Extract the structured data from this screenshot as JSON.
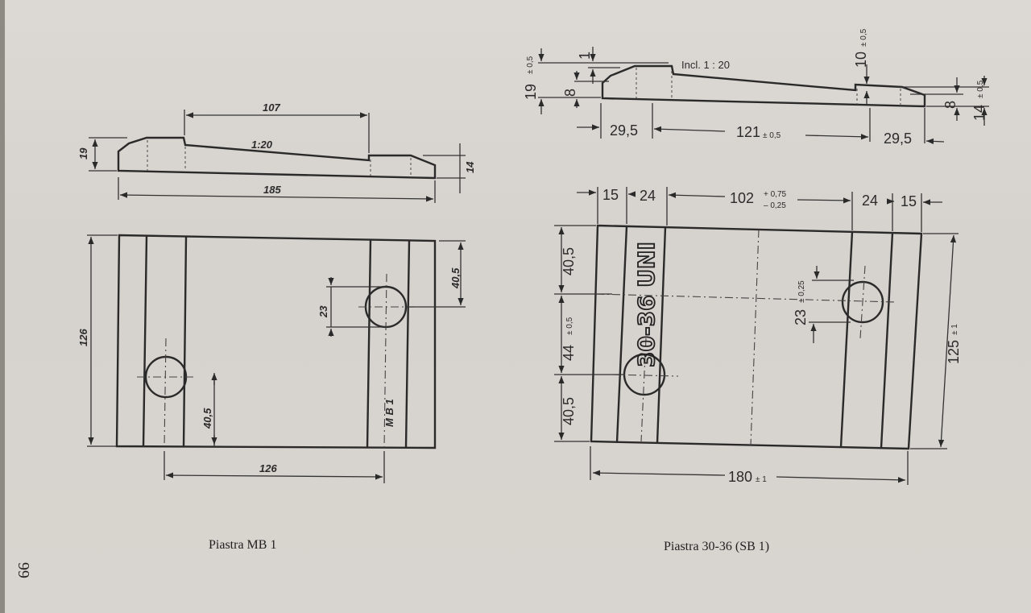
{
  "page_number": "66",
  "left_drawing": {
    "caption": "Piastra MB 1",
    "dim_top": "107",
    "slope": "1:20",
    "dim_height_left": "19",
    "dim_height_right": "14",
    "dim_length": "185",
    "dim_plate_height": "126",
    "dim_hole_offset_right": "40,5",
    "dim_hole_spacing": "23",
    "dim_hole_offset_left": "40,5",
    "dim_hole_distance": "126",
    "marking": "M B 1"
  },
  "right_drawing": {
    "caption": "Piastra 30-36 (SB 1)",
    "dim_19": "19",
    "dim_19_tol": "± 0,5",
    "dim_8_left": "8",
    "dim_1": "1",
    "incl": "Incl. 1 : 20",
    "dim_10": "10",
    "dim_10_tol": "± 0,5",
    "dim_8_right": "8",
    "dim_14": "14",
    "dim_14_tol": "± 0,5",
    "dim_29_5_left": "29,5",
    "dim_121": "121",
    "dim_121_tol": "± 0,5",
    "dim_29_5_right": "29,5",
    "dim_15_left": "15",
    "dim_24_left": "24",
    "dim_102": "102",
    "dim_102_tol_plus": "+ 0,75",
    "dim_102_tol_minus": "– 0,25",
    "dim_24_right": "24",
    "dim_15_right": "15",
    "dim_40_5_top": "40,5",
    "dim_44": "44",
    "dim_44_tol": "± 0,5",
    "dim_40_5_bottom": "40,5",
    "dim_23": "23",
    "dim_23_tol": "± 0,25",
    "dim_125": "125",
    "dim_125_tol": "± 1",
    "dim_180": "180",
    "dim_180_tol": "± 1",
    "stamp": "30-36 UNI"
  }
}
